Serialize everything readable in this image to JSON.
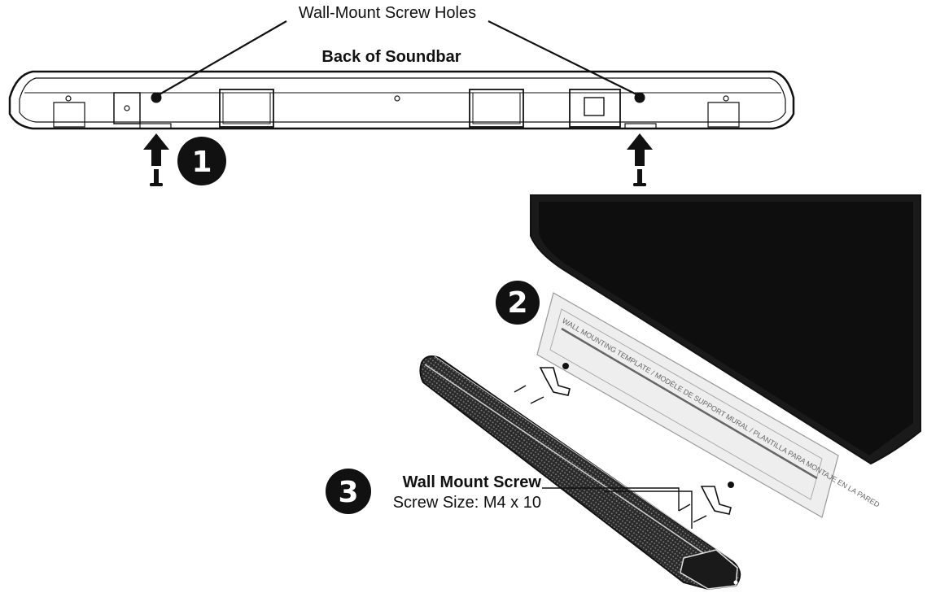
{
  "labels": {
    "holes": "Wall-Mount Screw Holes",
    "back": "Back of Soundbar",
    "screw_title": "Wall Mount Screw",
    "screw_size": "Screw Size: M4 x 10"
  },
  "steps": [
    "1",
    "2",
    "3"
  ],
  "template_text": {
    "heading": "WALL MOUNTING TEMPLATE / MODÈLE DE SUPPORT MURAL / PLANTILLA PARA MONTAJE EN LA PARED"
  },
  "colors": {
    "ink": "#111111",
    "tv_panel": "#1a1a1a",
    "template_bg": "#eeeeee"
  }
}
